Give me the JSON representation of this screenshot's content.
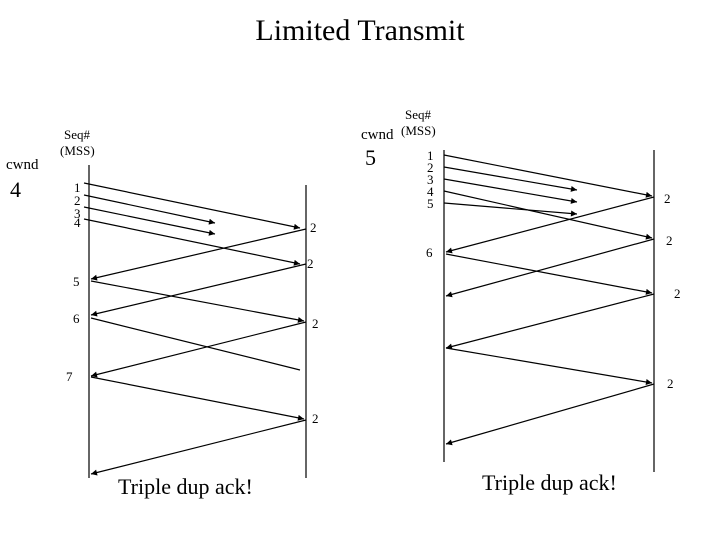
{
  "title": "Limited Transmit",
  "left": {
    "cwnd_label": "cwnd",
    "cwnd_value": "4",
    "seq_label": "Seq#",
    "seq_unit": "(MSS)",
    "sender_seqs": [
      "1",
      "2",
      "3",
      "4",
      "5",
      "6",
      "7"
    ],
    "receiver_acks": [
      "2",
      "2",
      "2",
      "2"
    ],
    "caption": "Triple dup ack!"
  },
  "right": {
    "cwnd_label": "cwnd",
    "cwnd_value": "5",
    "seq_label": "Seq#",
    "seq_unit": "(MSS)",
    "sender_seqs": [
      "1",
      "2",
      "3",
      "4",
      "5",
      "6"
    ],
    "receiver_acks": [
      "2",
      "2",
      "2",
      "2"
    ],
    "caption": "Triple dup ack!"
  },
  "colors": {
    "line": "#000000",
    "background": "#ffffff"
  }
}
